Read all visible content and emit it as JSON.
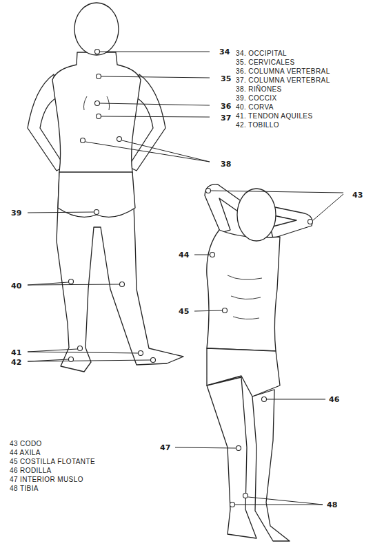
{
  "diagram": {
    "labels": [
      "34",
      "35",
      "36",
      "37",
      "38",
      "39",
      "40",
      "41",
      "42",
      "43",
      "44",
      "45",
      "46",
      "47",
      "48",
      "34. OCCIPITAL",
      "35. CERVICALES",
      "36. COLUMNA VERTEBRAL",
      "37. COLUMNA VERTEBRAL",
      "38. RIÑONES",
      "39. COCCIX",
      "40. CORVA",
      "41. TENDON AQUILES",
      "42. TOBILLO",
      "43 CODO",
      "44 AXILA",
      "45 COSTILLA FLOTANTE",
      "46 RODILLA",
      "47 INTERIOR MUSLO",
      "48 TIBIA"
    ]
  }
}
